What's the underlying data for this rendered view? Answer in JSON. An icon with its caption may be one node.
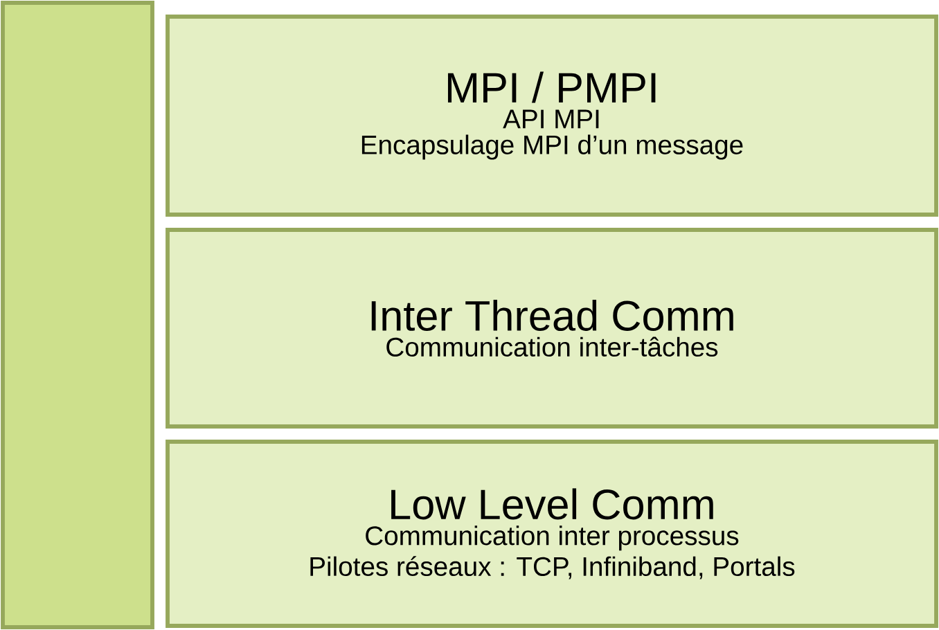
{
  "diagram": {
    "nodes": [
      {
        "text": [],
        "shape": "bar"
      },
      {
        "text": [
          "MPI / PMPI",
          "API MPI",
          "Encapsulage MPI d’un message"
        ]
      },
      {
        "text": [
          "Inter Thread Comm",
          "Communication inter-tâches"
        ]
      },
      {
        "text": [
          "Low Level Comm",
          "Communication inter processus",
          "Pilotes réseaux : TCP, Infiniband, Portals"
        ]
      }
    ]
  }
}
